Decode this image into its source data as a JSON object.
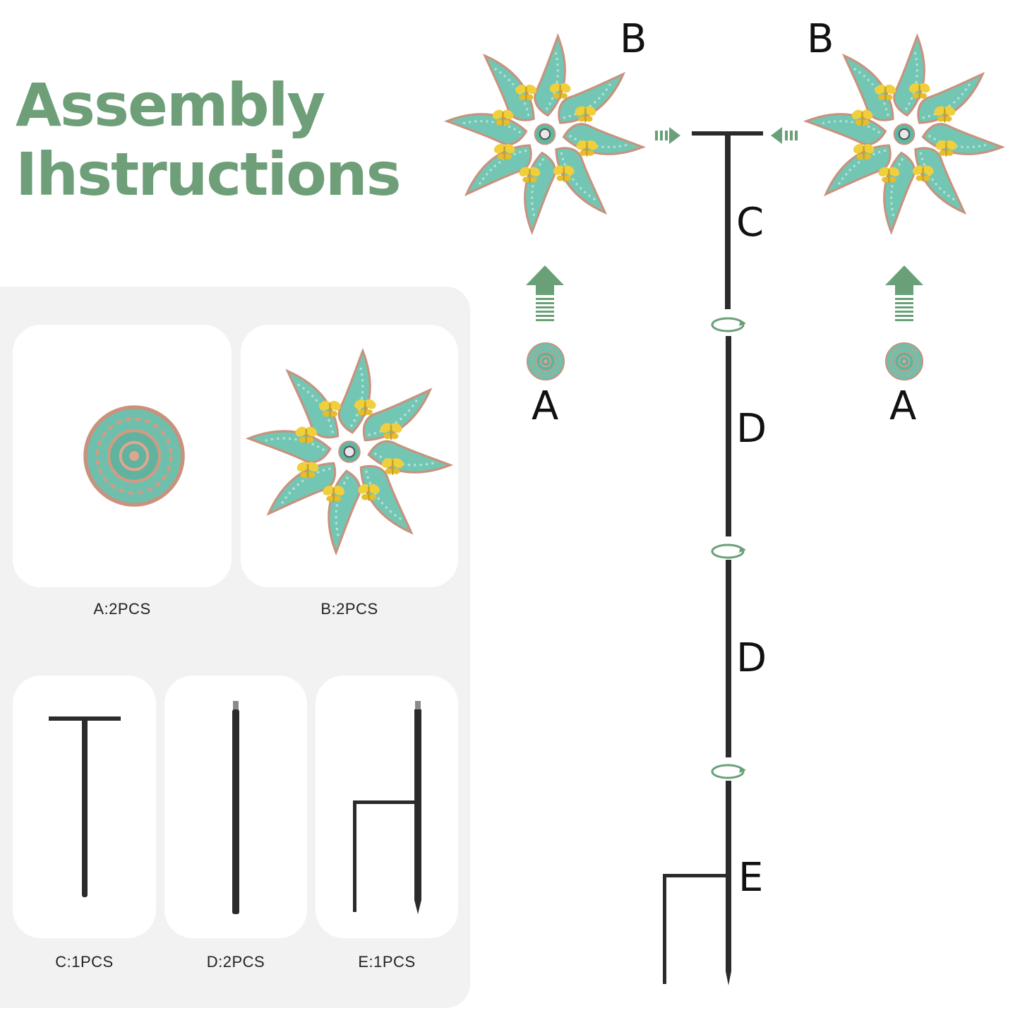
{
  "title": {
    "line1": "Assembly",
    "line2": "Ihstructions"
  },
  "parts": [
    {
      "id": "A",
      "caption": "A:2PCS"
    },
    {
      "id": "B",
      "caption": "B:2PCS"
    },
    {
      "id": "C",
      "caption": "C:1PCS"
    },
    {
      "id": "D",
      "caption": "D:2PCS"
    },
    {
      "id": "E",
      "caption": "E:1PCS"
    }
  ],
  "diagram": {
    "labels": {
      "b_left": "B",
      "b_right": "B",
      "c": "C",
      "d1": "D",
      "d2": "D",
      "e": "E",
      "a_left": "A",
      "a_right": "A"
    }
  },
  "colors": {
    "accent_green": "#6e9f78",
    "arrow_green": "#6aa078",
    "teal": "#6cc3b0",
    "gold": "#f0cf3a",
    "rod": "#2b2b2b",
    "panel_bg": "#f2f2f2"
  }
}
